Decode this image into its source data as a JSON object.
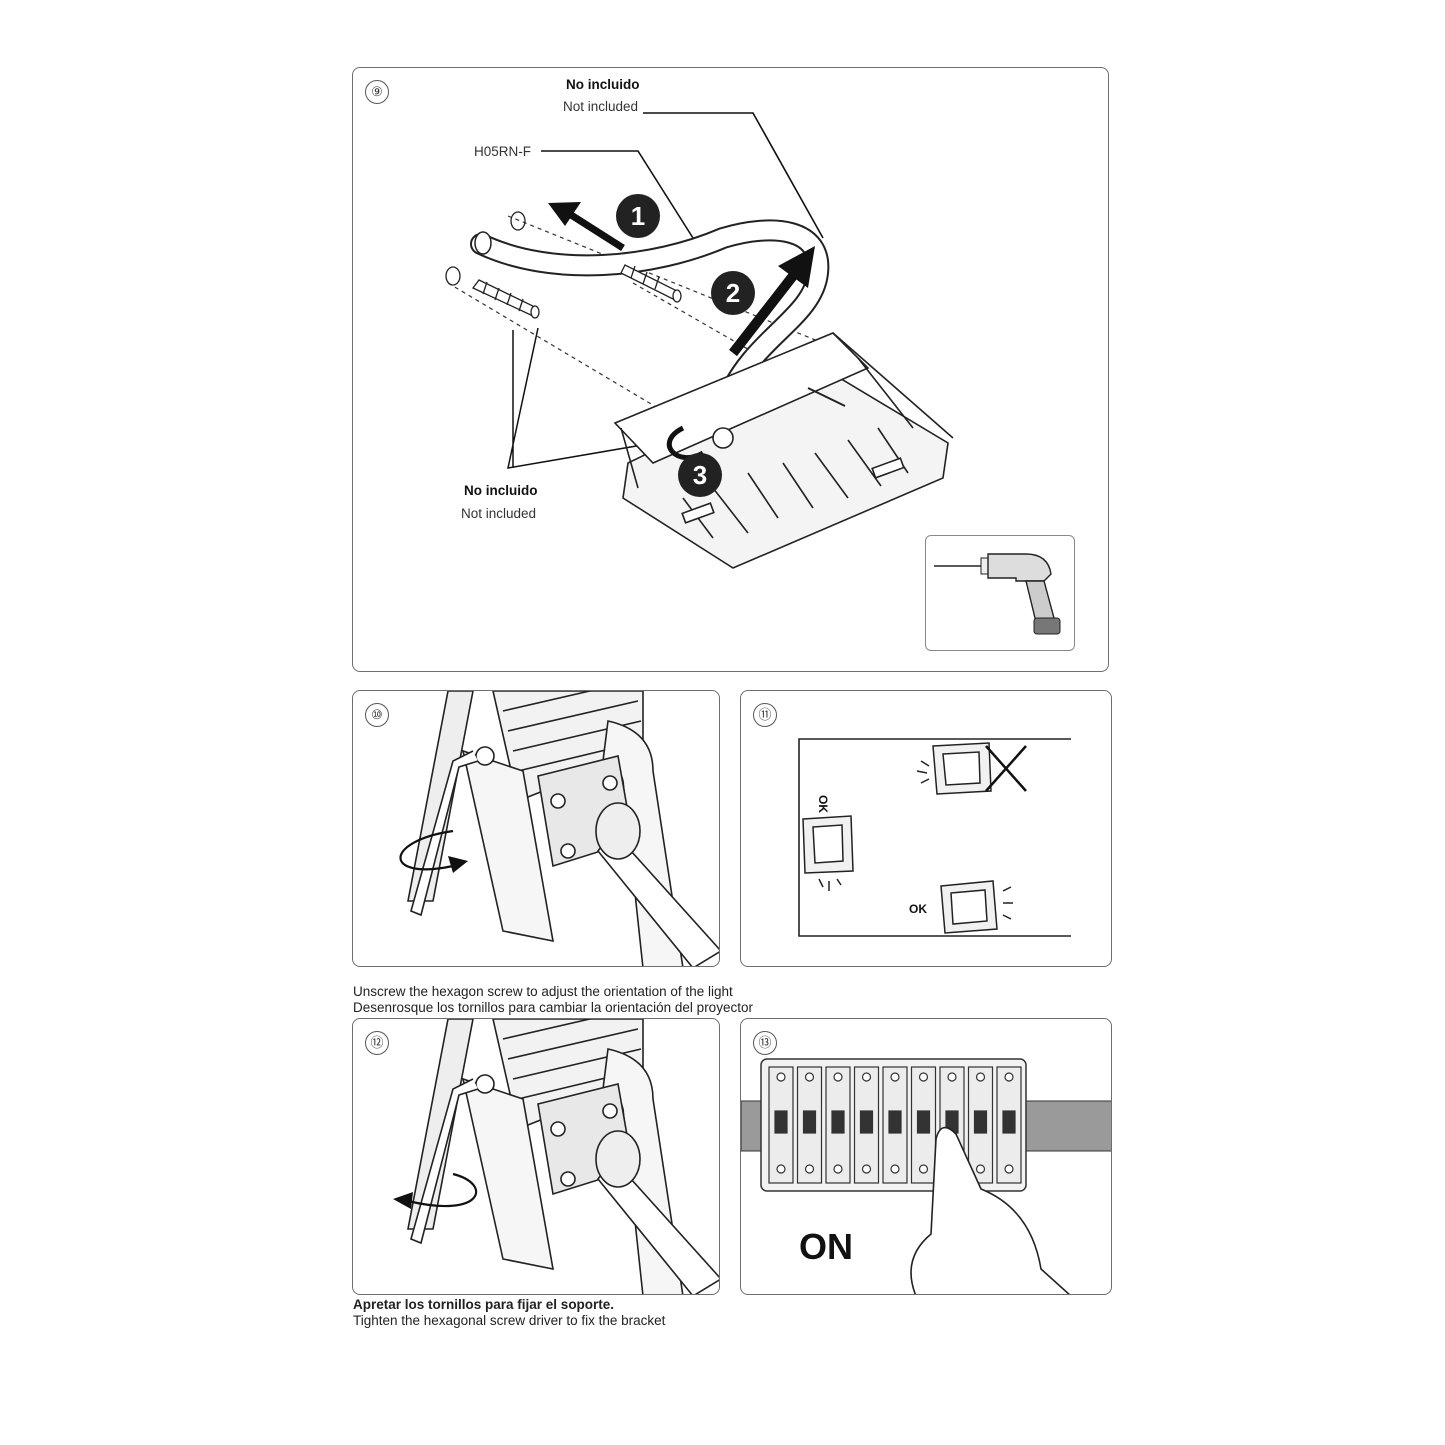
{
  "panel9": {
    "step": "⑨",
    "label_top_es": "No incluido",
    "label_top_en": "Not included",
    "cable_label": "H05RN-F",
    "label_bottom_es": "No incluido",
    "label_bottom_en": "Not included",
    "markers": [
      "1",
      "2",
      "3"
    ]
  },
  "panel10": {
    "step": "⑩"
  },
  "panel11": {
    "step": "⑪",
    "ok_left": "OK",
    "ok_bottom": "OK"
  },
  "caption_a": {
    "line1": "Unscrew the hexagon screw to adjust the   orientation of the light",
    "line2": "Desenrosque los tornillos para cambiar la orientación del proyector"
  },
  "panel12": {
    "step": "⑫"
  },
  "panel13": {
    "step": "⑬",
    "on_label": "ON"
  },
  "caption_b": {
    "line1": "Apretar los tornillos para fijar el soporte.",
    "line2": "Tighten the hexagonal screw driver to fix the bracket"
  }
}
